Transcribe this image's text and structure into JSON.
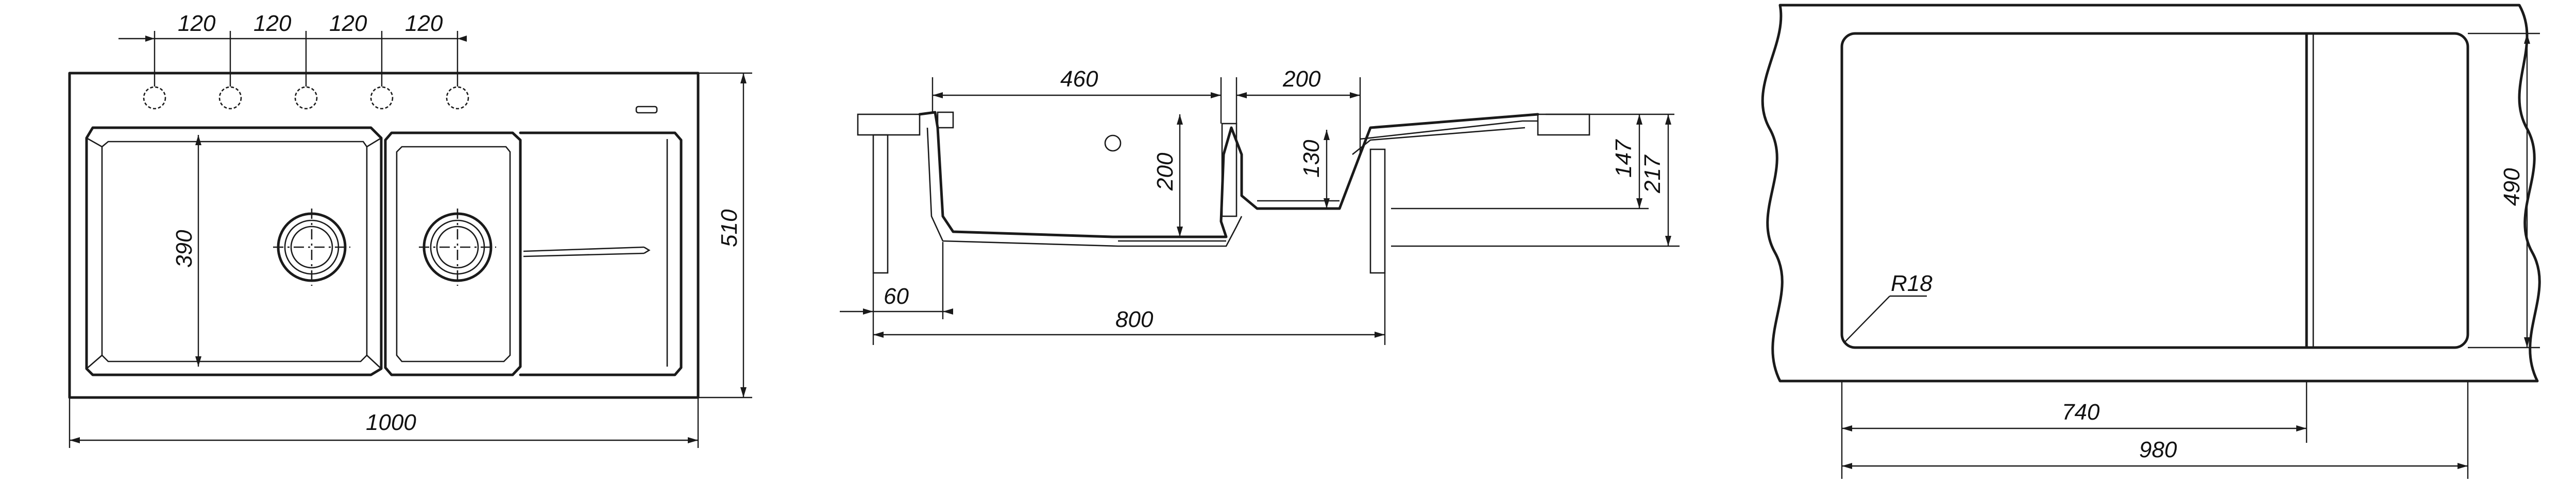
{
  "top_view": {
    "hole_spacing": [
      "120",
      "120",
      "120",
      "120"
    ],
    "bowl_depth": "390",
    "overall_depth": "510",
    "overall_width": "1000"
  },
  "section_view": {
    "main_bowl_width": "460",
    "small_bowl_width": "200",
    "main_bowl_depth": "200",
    "small_bowl_depth": "130",
    "depth_small": "147",
    "depth_total": "217",
    "edge_offset": "60",
    "cabinet_width": "800"
  },
  "cutout_view": {
    "corner_radius": "R18",
    "cutout_depth": "490",
    "partial_width": "740",
    "total_width": "980"
  }
}
